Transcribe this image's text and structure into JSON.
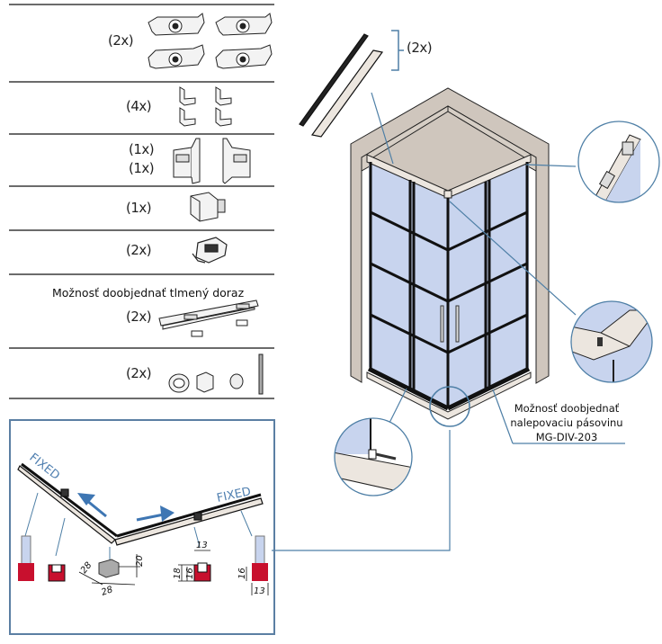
{
  "parts_list": {
    "rows": [
      {
        "quantity": "(2x)",
        "part": "roller-carriage",
        "icon": "roller-carriage-icon"
      },
      {
        "quantity": "(4x)",
        "part": "angle-bracket",
        "icon": "angle-bracket-icon"
      },
      {
        "quantity_lines": [
          "(1x)",
          "(1x)"
        ],
        "part": "wall-profile-pair",
        "icon": "wall-profile-icon"
      },
      {
        "quantity": "(1x)",
        "part": "corner-connector",
        "icon": "corner-connector-icon"
      },
      {
        "quantity": "(2x)",
        "part": "door-guide",
        "icon": "door-guide-icon"
      },
      {
        "note": "Možnosť doobjednať tlmený doraz",
        "quantity": "(2x)",
        "part": "soft-close-damper",
        "icon": "damper-rail-icon"
      },
      {
        "quantity": "(2x)",
        "part": "handle-set",
        "icon": "handle-set-icon"
      }
    ]
  },
  "top_profiles": {
    "quantity": "(2x)"
  },
  "callout": {
    "lines": [
      "Možnosť doobjednať",
      "nalepovaciu pásovinu",
      "MG-DIV-203"
    ]
  },
  "detail_panel": {
    "fixed_left": "FIXED",
    "fixed_right": "FIXED",
    "dims": {
      "corner_depth": "28",
      "corner_width": "28",
      "corner_height": "20",
      "guide_width": "13",
      "guide_outer_height": "18",
      "guide_inner_height": "16",
      "fixed_height": "16",
      "fixed_width": "13"
    }
  },
  "colors": {
    "wall": "#cfc6bd",
    "glass": "#c8d4ee",
    "frame": "#111111",
    "leader": "#4e7fa6",
    "arrow": "#3e76b3",
    "seal": "#c8102e"
  }
}
